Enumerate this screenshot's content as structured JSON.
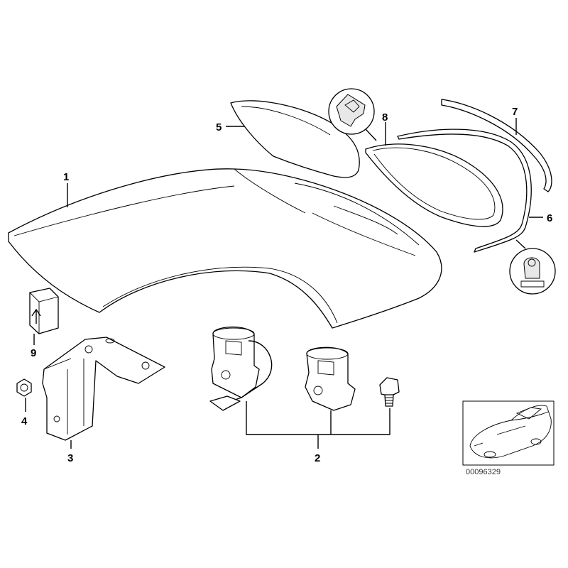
{
  "diagram": {
    "callouts": {
      "c1": "1",
      "c2": "2",
      "c3": "3",
      "c4": "4",
      "c5": "5",
      "c6": "6",
      "c7": "7",
      "c8": "8",
      "c9": "9"
    },
    "thumbnail_code": "00096329"
  }
}
